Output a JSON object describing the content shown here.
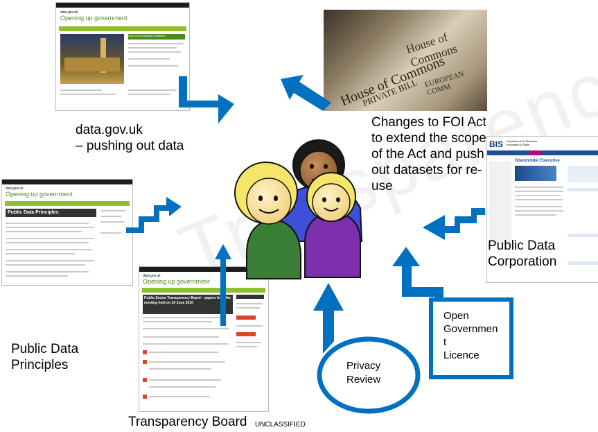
{
  "labels": {
    "data_gov": "data.gov.uk\n– pushing out data",
    "foi": "Changes to FOI Act\nto extend the scope\nof the Act and push\nout datasets for re-\nuse",
    "principles": "Public Data\nPrinciples",
    "corporation": "Public Data\nCorporation",
    "ogl": "Open\nGovernmen\nt\nLicence",
    "privacy": "Privacy\nReview",
    "transparency": "Transparency Board",
    "classification": "UNCLASSIFIED",
    "watermark": "Transparency"
  },
  "screenshots": {
    "datagov": {
      "brand": "data.gov.uk",
      "headline": "Opening up government",
      "banner": "Over 5,000 datasets available"
    },
    "principles": {
      "brand": "data.gov.uk",
      "headline": "Opening up government",
      "title": "Public Data Principles"
    },
    "transparency": {
      "brand": "data.gov.uk",
      "headline": "Opening up government",
      "title": "Public Sector Transparency Board – papers from the meeting held on 24 June 2010"
    },
    "bis": {
      "brand": "BIS",
      "dept": "Department for Business Innovation & Skills",
      "title": "Shareholder Executive"
    },
    "commons": {
      "line1": "House of Commons",
      "line2": "PRIVATE BILL",
      "line3": "House of Commons",
      "line4": "EUROPEAN COMM"
    }
  },
  "colors": {
    "arrow": "#0070c0",
    "nav_green": "#8fbf2f",
    "hair_blue": "#3f4fd9",
    "shirt_green": "#3a7d36",
    "shirt_purple": "#7e2fae"
  }
}
